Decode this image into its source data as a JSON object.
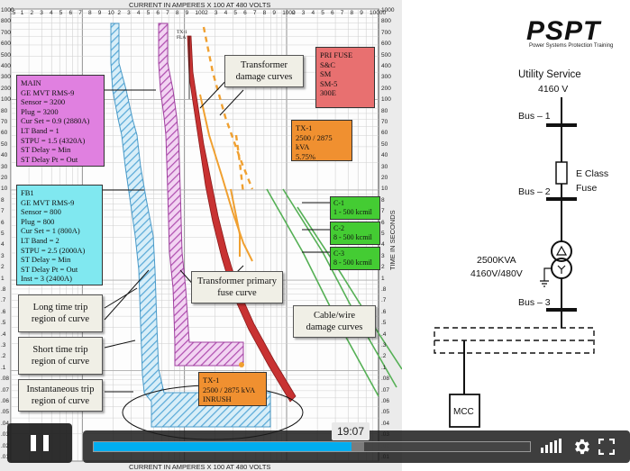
{
  "chart": {
    "top_axis_title": "CURRENT IN AMPERES X 100 AT 480 VOLTS",
    "bottom_axis_title": "CURRENT IN AMPERES X 100 AT 480 VOLTS",
    "right_axis_title": "TIME IN SECONDS",
    "top_ticks": [
      ".5",
      "1",
      "2",
      "3",
      "4",
      "5",
      "6",
      "7",
      "8",
      "9",
      "10",
      "2",
      "3",
      "4",
      "5",
      "6",
      "7",
      "8",
      "9",
      "100",
      "2",
      "3",
      "4",
      "5",
      "6",
      "7",
      "8",
      "9",
      "1000",
      "2",
      "3",
      "4",
      "5",
      "6",
      "7",
      "8",
      "9",
      "10000"
    ],
    "left_ticks": [
      "1000",
      "800",
      "700",
      "600",
      "500",
      "400",
      "300",
      "200",
      "100",
      "80",
      "70",
      "60",
      "50",
      "40",
      "30",
      "20",
      "10",
      "8",
      "7",
      "6",
      "5",
      "4",
      "3",
      "2",
      "1",
      ".8",
      ".7",
      ".6",
      ".5",
      ".4",
      ".3",
      ".2",
      ".1",
      ".08",
      ".07",
      ".06",
      ".05",
      ".04",
      ".03",
      ".02",
      ".01"
    ],
    "tx_flag_label": "TX-1\nFLA",
    "boxes": {
      "main": "MAIN\nGE MVT RMS-9\nSensor = 3200\nPlug = 3200\nCur Set = 0.9 (2880A)\nLT Band = 1\nSTPU = 1.5 (4320A)\nST Delay = Min\nST Delay Pt = Out",
      "fb1": "FB1\nGE MVT RMS-9\nSensor = 800\nPlug = 800\nCur Set = 1 (800A)\nLT Band = 2\nSTPU = 2.5 (2000A)\nST Delay = Min\nST Delay Pt = Out\nInst = 3 (2400A)",
      "pri_fuse": "PRI FUSE\nS&C\nSM\nSM-5\n300E",
      "tx1": "TX-1\n2500 / 2875 kVA\n5.75%",
      "c1": "C-1\n1 - 500 kcmil",
      "c2": "C-2\n8 - 500 kcmil",
      "c3": "C-3\n8 - 500 kcmil",
      "tx1_inrush": "TX-1\n2500 / 2875 kVA\nINRUSH"
    },
    "callouts": {
      "transformer_damage": "Transformer\ndamage curves",
      "transformer_fuse": "Transformer primary\nfuse curve",
      "cable_damage": "Cable/wire\ndamage curves",
      "long_time": "Long time trip\nregion of curve",
      "short_time": "Short time trip\nregion of curve",
      "instantaneous": "Instantaneous trip\nregion of curve"
    },
    "colors": {
      "main_curve": "#cc66cc",
      "fb1_curve": "#6fb8e0",
      "fuse_curve": "#cc3333",
      "damage_curve": "#f0a030",
      "cable_curve": "#44aa44",
      "main_box": "#e080e0",
      "fb1_box": "#80e8f0",
      "fuse_box": "#e87070",
      "tx_box": "#f09030",
      "cable_box": "#44cc33"
    }
  },
  "slide": {
    "logo": "PSPT",
    "logo_sub": "Power Systems Protection Training",
    "utility_title": "Utility  Service",
    "utility_voltage": "4160 V",
    "bus1": "Bus – 1",
    "bus2": "Bus – 2",
    "bus3": "Bus – 3",
    "fuse_label": "E Class\nFuse",
    "xfmr_rating": "2500KVA",
    "xfmr_voltage": "4160V/480V",
    "mcc": "MCC"
  },
  "player": {
    "time_tooltip": "19:07",
    "progress": 0.59,
    "buffered": 0.62,
    "icons": [
      "pause-icon",
      "volume-icon",
      "settings-gear-icon",
      "fullscreen-icon"
    ]
  }
}
